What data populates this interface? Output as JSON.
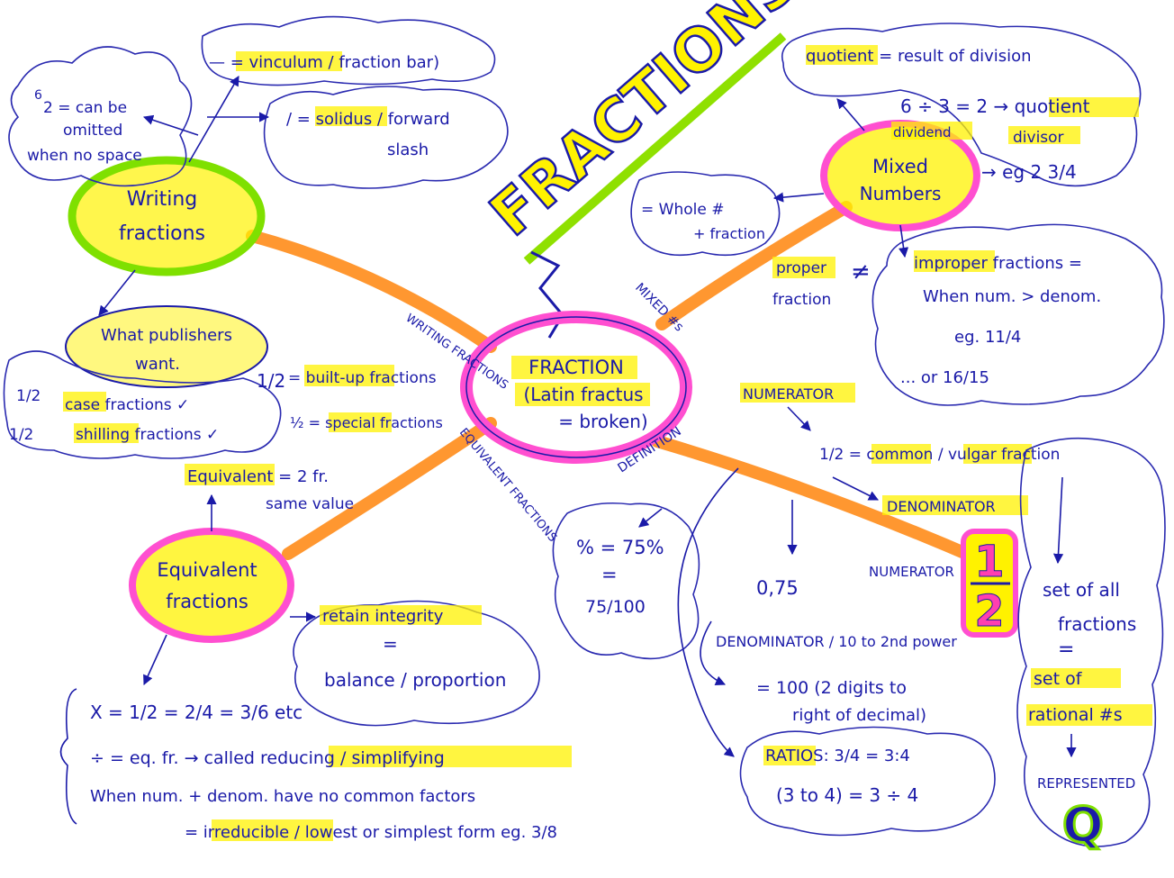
{
  "title": "FRACTIONS",
  "center": {
    "line1": "FRACTION",
    "line2": "(Latin fractus",
    "line3": "= broken)"
  },
  "branch_labels": {
    "writing": "WRITING FRACTIONS",
    "mixed": "MIXED #s",
    "definition": "DEFINITION",
    "equivalent": "EQUIVALENT FRACTIONS"
  },
  "writing": {
    "node_line1": "Writing",
    "node_line2": "fractions",
    "vinculum": "— = vinculum / fraction bar)",
    "solidus_line1": "/ = solidus / forward",
    "solidus_line2": "slash",
    "omit_line1": "6",
    "omit_line1b": "2 = can be",
    "omit_line2": "omitted",
    "omit_line3": "when no space",
    "publishers_line1": "What publishers",
    "publishers_line2": "want.",
    "case_half": "1/2",
    "case": "case fractions ✓",
    "shilling_half": "1/2",
    "shilling": "shilling fractions ✓",
    "built_up_half": "1/2",
    "built_up": "= built-up fractions",
    "special": "½ = special fractions"
  },
  "equivalent": {
    "node_line1": "Equivalent",
    "node_line2": "fractions",
    "def_line1": "Equivalent = 2 fr.",
    "def_line2": "same value",
    "retain": "retain integrity",
    "equals": "=",
    "balance": "balance / proportion",
    "bottom_line1": "X = 1/2 = 2/4 = 3/6 etc",
    "bottom_line2": "÷ = eq. fr. → called reducing / simplifying",
    "bottom_line3": "When num. + denom. have no common factors",
    "bottom_line4": "= irreducible / lowest or simplest form eg. 3/8"
  },
  "mixed": {
    "node_line1": "Mixed",
    "node_line2": "Numbers",
    "quotient_def": "quotient = result of division",
    "division": "6 ÷ 3 = 2 → quotient",
    "dividend": "dividend",
    "divisor": "divisor",
    "example": "→ eg 2 3/4",
    "whole_line1": "= Whole #",
    "whole_line2": "+ fraction",
    "proper_line1": "proper",
    "proper_line2": "fraction",
    "not_equal": "≠",
    "improper_line1": "improper fractions =",
    "improper_line2": "When num. > denom.",
    "improper_line3": "eg. 11/4",
    "improper_line4": "... or 16/15"
  },
  "definition": {
    "numerator_top": "NUMERATOR",
    "common": "1/2 = common / vulgar fraction",
    "denominator_top": "DENOMINATOR",
    "percent_line1": "% = 75%",
    "percent_line2": "=",
    "percent_line3": "75/100",
    "decimal": "0,75",
    "numerator_mid": "NUMERATOR",
    "big_num": "1",
    "big_den": "2",
    "denom_power": "DENOMINATOR / 10 to 2nd power",
    "hundred_line1": "= 100 (2 digits to",
    "hundred_line2": "right of decimal)",
    "ratios_line1": "RATIOS: 3/4 = 3:4",
    "ratios_line2": "(3 to 4) = 3 ÷ 4",
    "set_line1": "set of all",
    "set_line2": "fractions",
    "set_eq": "=",
    "set_line3": "set of",
    "set_line4": "rational #s",
    "represented": "REPRESENTED",
    "q": "Q"
  },
  "colors": {
    "ink": "#1a1aa8",
    "highlight": "#fff200",
    "branch": "#ff8c1a",
    "green_ring": "#7fe000",
    "pink_ring": "#ff4fd0"
  }
}
